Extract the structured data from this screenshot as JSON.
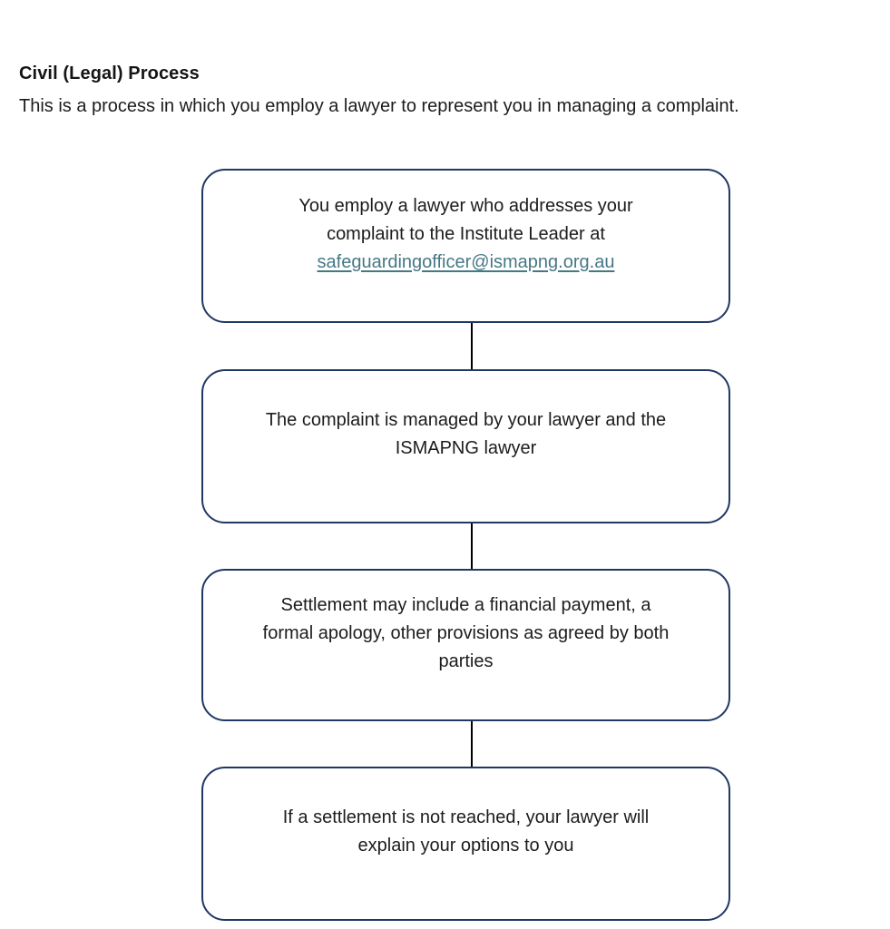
{
  "page": {
    "title": "Civil (Legal) Process",
    "description": "This is a process in which you employ a lawyer to represent you in managing a complaint."
  },
  "flowchart": {
    "steps": [
      {
        "text": "You employ a lawyer who addresses your\ncomplaint to the Institute Leader at",
        "link": "safeguardingofficer@ismapng.org.au"
      },
      {
        "text": "The complaint is managed by your lawyer and the\nISMAPNG lawyer"
      },
      {
        "text": "Settlement may include a financial payment, a\nformal apology, other provisions as agreed by both\nparties"
      },
      {
        "text": "If a settlement is not reached, your lawyer will\nexplain your options to you"
      }
    ]
  },
  "colors": {
    "box_border": "#1F3864",
    "link": "#467886",
    "connector": "#000000",
    "text": "#1c1c1c",
    "background": "#ffffff"
  }
}
